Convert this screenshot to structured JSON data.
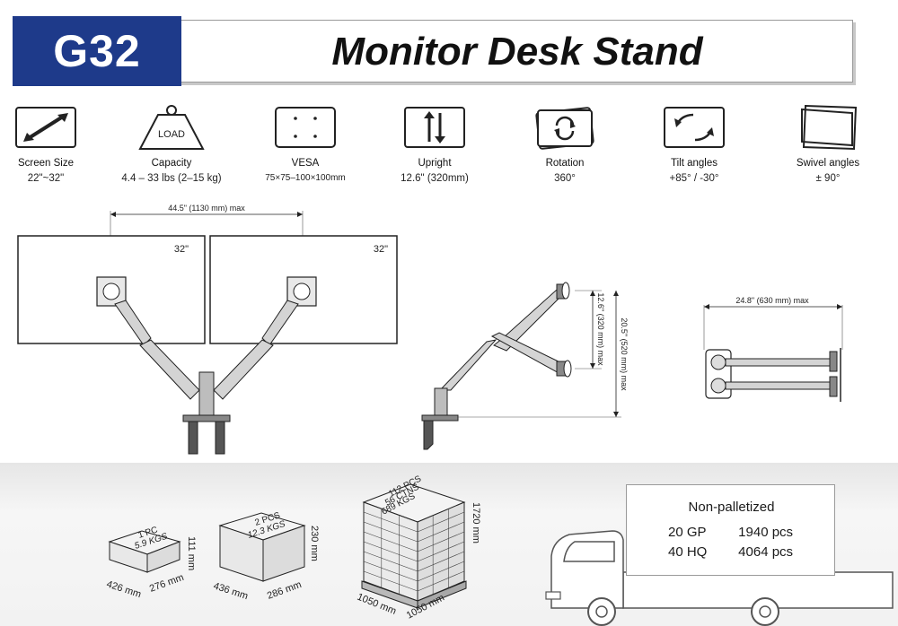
{
  "header": {
    "model": "G32",
    "title": "Monitor Desk Stand"
  },
  "specs": [
    {
      "icon": "diagonal-arrow-icon",
      "label": "Screen Size",
      "value": "22\"~32\""
    },
    {
      "icon": "load-weight-icon",
      "icon_text": "LOAD",
      "label": "Capacity",
      "value": "4.4 – 33 lbs (2–15 kg)"
    },
    {
      "icon": "vesa-holes-icon",
      "label": "VESA",
      "value": "75×75–100×100mm"
    },
    {
      "icon": "up-down-arrows-icon",
      "label": "Upright",
      "value": "12.6\" (320mm)"
    },
    {
      "icon": "rotation-icon",
      "label": "Rotation",
      "value": "360°"
    },
    {
      "icon": "tilt-icon",
      "label": "Tilt angles",
      "value": "+85°  /  -30°"
    },
    {
      "icon": "swivel-icon",
      "label": "Swivel angles",
      "value": "± 90°"
    }
  ],
  "diagrams": {
    "front": {
      "width_label": "44.5\" (1130 mm) max",
      "left_size": "32\"",
      "right_size": "32\""
    },
    "side": {
      "upright_label": "12.6\" (320 mm) max",
      "height_label": "20.5\" (520 mm) max"
    },
    "top": {
      "depth_label": "24.8\" (630 mm) max"
    }
  },
  "packaging": {
    "single": {
      "qty": "1 PC",
      "weight": "5.9 KGS",
      "l": "426 mm",
      "w": "276 mm",
      "h": "111 mm"
    },
    "double": {
      "qty": "2 PCS",
      "weight": "12.3 KGS",
      "l": "436 mm",
      "w": "286 mm",
      "h": "230 mm"
    },
    "pallet": {
      "qty": "112 PCS",
      "cartons": "56 CTNS",
      "weight": "689 KGS",
      "l": "1050 mm",
      "w": "1050 mm",
      "h": "1720 mm"
    }
  },
  "shipping": {
    "title": "Non-palletized",
    "rows": [
      {
        "container": "20 GP",
        "pcs": "1940 pcs"
      },
      {
        "container": "40 HQ",
        "pcs": "4064 pcs"
      }
    ]
  }
}
